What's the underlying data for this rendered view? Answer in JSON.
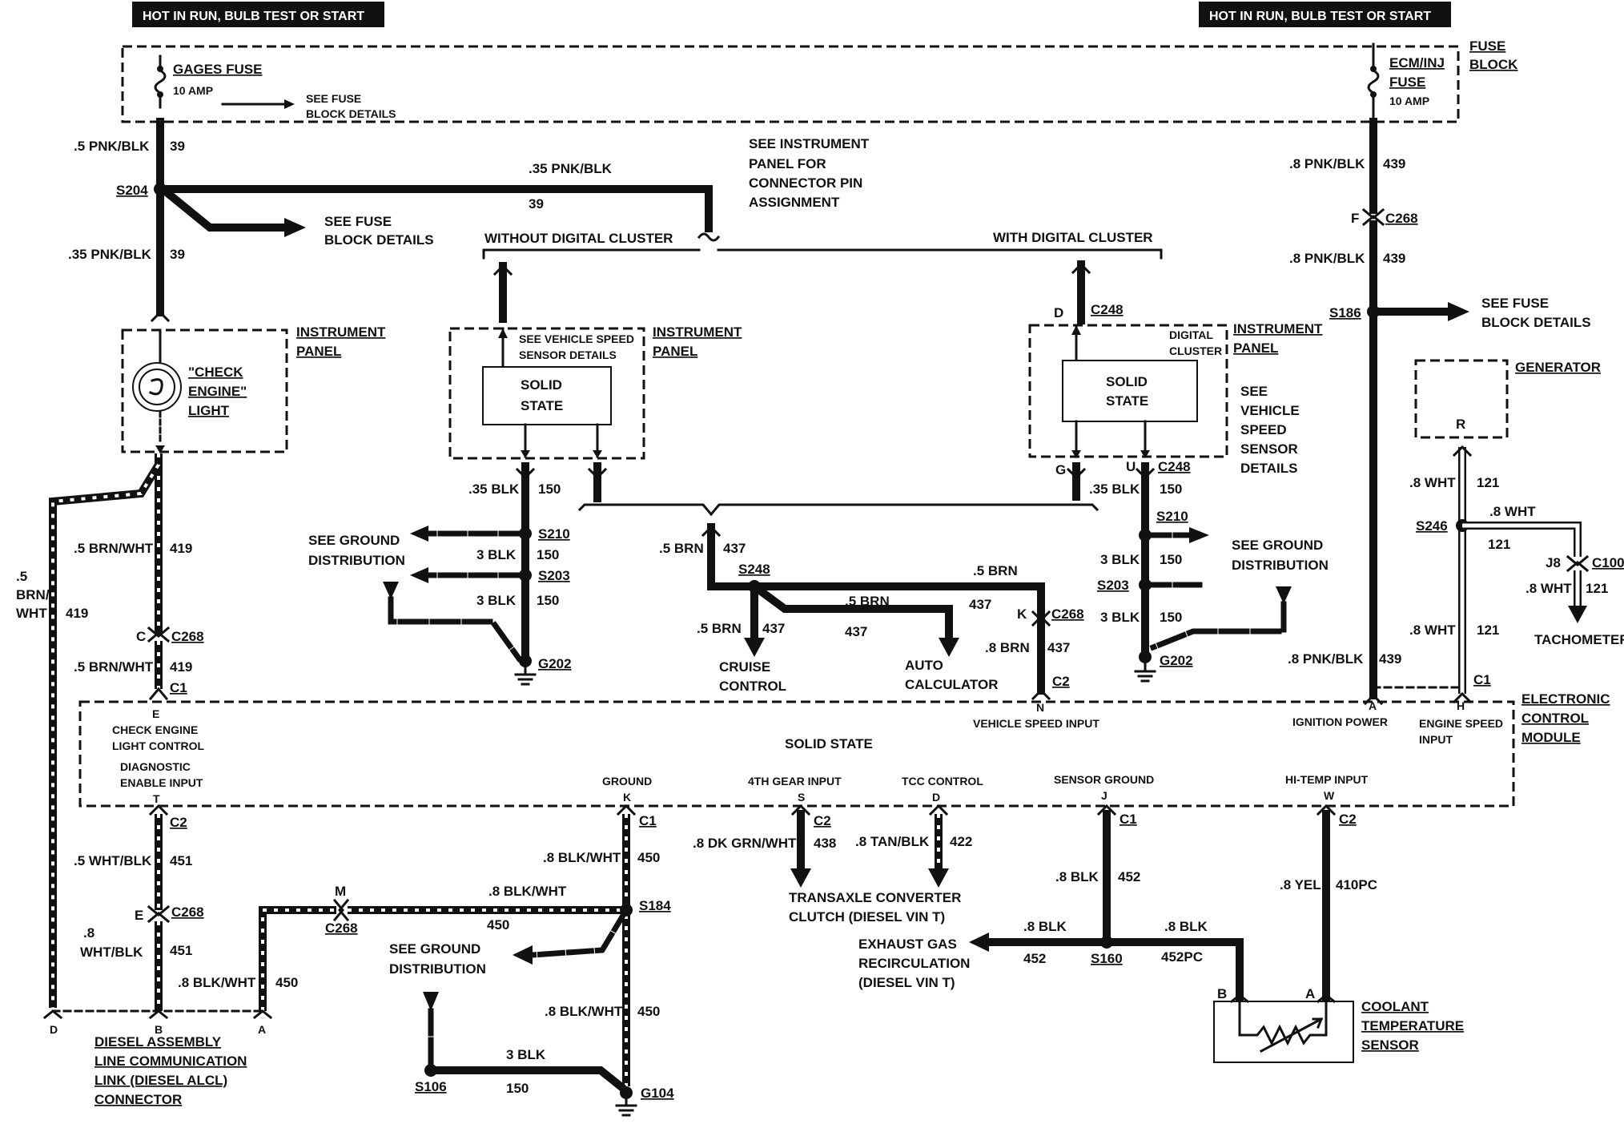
{
  "banners": {
    "left": "HOT IN RUN, BULB TEST OR START",
    "right": "HOT IN RUN, BULB TEST OR START"
  },
  "fuse_block": {
    "label_line1": "FUSE",
    "label_line2": "BLOCK",
    "gages_fuse": "GAGES FUSE",
    "gages_amp": "10 AMP",
    "see_fuse_line1": "SEE FUSE",
    "see_fuse_line2": "BLOCK DETAILS",
    "ecm_line1": "ECM/INJ",
    "ecm_line2": "FUSE",
    "ecm_amp": "10 AMP"
  },
  "left_branch": {
    "wire_top": ".5 PNK/BLK",
    "circuit_top": "39",
    "splice": "S204",
    "wire_mid": ".35 PNK/BLK",
    "circuit_mid": "39",
    "wire_h": ".35 PNK/BLK",
    "circuit_h": "39",
    "see_fuse_line1": "SEE FUSE",
    "see_fuse_line2": "BLOCK DETAILS",
    "instrument_panel_line1": "INSTRUMENT",
    "instrument_panel_line2": "PANEL",
    "check_line1": "\"CHECK",
    "check_line2": "ENGINE\"",
    "check_line3": "LIGHT",
    "wire_brn": ".5 BRN/WHT",
    "circuit_brn": "419",
    "wire_brn_v1": ".5",
    "wire_brn_v2": "BRN/",
    "wire_brn_v3": "WHT",
    "circuit_brn_v": "419",
    "c268_pin": "C",
    "c268": "C268",
    "wire_brn2": ".5 BRN/WHT",
    "circuit_brn2": "419",
    "c1": "C1"
  },
  "see_ip": {
    "line1": "SEE INSTRUMENT",
    "line2": "PANEL FOR",
    "line3": "CONNECTOR PIN",
    "line4": "ASSIGNMENT"
  },
  "without_digital": "WITHOUT DIGITAL CLUSTER",
  "with_digital": "WITH DIGITAL CLUSTER",
  "left_ip": {
    "vss_line1": "SEE VEHICLE SPEED",
    "vss_line2": "SENSOR DETAILS",
    "panel_line1": "INSTRUMENT",
    "panel_line2": "PANEL",
    "solid_line1": "SOLID",
    "solid_line2": "STATE",
    "wire": ".35 BLK",
    "circuit": "150",
    "s210": "S210",
    "wire_3blk_a": "3 BLK",
    "circuit_a": "150",
    "s203": "S203",
    "wire_3blk_b": "3 BLK",
    "circuit_b": "150",
    "g202": "G202",
    "see_ground_line1": "SEE GROUND",
    "see_ground_line2": "DISTRIBUTION"
  },
  "right_ip": {
    "d_pin": "D",
    "c248_top": "C248",
    "digital_line1": "DIGITAL",
    "digital_line2": "CLUSTER",
    "panel_line1": "INSTRUMENT",
    "panel_line2": "PANEL",
    "solid_line1": "SOLID",
    "solid_line2": "STATE",
    "see_vss_line1": "SEE",
    "see_vss_line2": "VEHICLE",
    "see_vss_line3": "SPEED",
    "see_vss_line4": "SENSOR",
    "see_vss_line5": "DETAILS",
    "u_pin": "U",
    "c248_bot": "C248",
    "g_pin": "G",
    "wire": ".35 BLK",
    "circuit": "150",
    "s210": "S210",
    "wire_3blk_a": "3 BLK",
    "circuit_a": "150",
    "s203": "S203",
    "wire_3blk_b": "3 BLK",
    "circuit_b": "150",
    "g202": "G202",
    "see_ground_line1": "SEE GROUND",
    "see_ground_line2": "DISTRIBUTION"
  },
  "vss": {
    "wire_5brn": ".5 BRN",
    "circuit_437": "437",
    "s248": "S248",
    "wire_5brn_h": ".5 BRN",
    "wire_5brn_mid": ".5 BRN",
    "circuit_437_mid": "437",
    "circuit_437_r": "437",
    "wire_5brn_cruise": ".5 BRN",
    "circuit_437_cruise": "437",
    "cruise_line1": "CRUISE",
    "cruise_line2": "CONTROL",
    "auto_line1": "AUTO",
    "auto_line2": "CALCULATOR",
    "k_pin": "K",
    "c268": "C268",
    "wire_8brn": ".8 BRN",
    "circuit_8brn": "437",
    "c2": "C2"
  },
  "right_branch": {
    "wire_top": ".8 PNK/BLK",
    "circuit_top": "439",
    "f_pin": "F",
    "c268": "C268",
    "wire_mid": ".8 PNK/BLK",
    "circuit_mid": "439",
    "s186": "S186",
    "see_fuse_line1": "SEE FUSE",
    "see_fuse_line2": "BLOCK DETAILS",
    "wire_bot": ".8 PNK/BLK",
    "circuit_bot": "439"
  },
  "generator": {
    "label": "GENERATOR",
    "r_pin": "R",
    "wire1": ".8 WHT",
    "circuit1": "121",
    "s246": "S246",
    "wire2": ".8 WHT",
    "circuit2": "121",
    "j8": "J8",
    "c100": "C100",
    "wire3": ".8 WHT",
    "circuit3": "121",
    "tach": "TACHOMETER",
    "wire4": ".8 WHT",
    "circuit4": "121",
    "c1": "C1"
  },
  "ecm": {
    "label_line1": "ELECTRONIC",
    "label_line2": "CONTROL",
    "label_line3": "MODULE",
    "solid_state": "SOLID STATE",
    "pin_e": "E",
    "check_line1": "CHECK ENGINE",
    "check_line2": "LIGHT CONTROL",
    "diag_line1": "DIAGNOSTIC",
    "diag_line2": "ENABLE INPUT",
    "pin_t": "T",
    "pin_n": "N",
    "vehicle_speed": "VEHICLE SPEED INPUT",
    "pin_a": "A",
    "ignition": "IGNITION POWER",
    "pin_h": "H",
    "engine_speed_line1": "ENGINE SPEED",
    "engine_speed_line2": "INPUT",
    "ground": "GROUND",
    "pin_k": "K",
    "fourth_gear": "4TH GEAR INPUT",
    "pin_s": "S",
    "tcc": "TCC CONTROL",
    "pin_d": "D",
    "sensor_ground": "SENSOR GROUND",
    "pin_j": "J",
    "hi_temp": "HI-TEMP INPUT",
    "pin_w": "W"
  },
  "bottom": {
    "c2_t": "C2",
    "wire_451a": ".5 WHT/BLK",
    "circuit_451a": "451",
    "e_pin": "E",
    "c268": "C268",
    "wire_451b_1": ".8",
    "wire_451b_2": "WHT/BLK",
    "circuit_451b": "451",
    "wire_450_left": ".8 BLK/WHT",
    "circuit_450_left": "450",
    "m_pin": "M",
    "c268_m": "C268",
    "wire_450_h": ".8 BLK/WHT",
    "circuit_450_h": "450",
    "c1_k": "C1",
    "wire_450_k": ".8 BLK/WHT",
    "circuit_450_k": "450",
    "s184": "S184",
    "see_ground_line1": "SEE GROUND",
    "see_ground_line2": "DISTRIBUTION",
    "wire_450_low": ".8 BLK/WHT",
    "circuit_450_low": "450",
    "wire_3blk": "3 BLK",
    "circuit_3blk": "150",
    "s106": "S106",
    "g104": "G104",
    "pin_d": "D",
    "pin_b": "B",
    "pin_a": "A",
    "aldl_line1": "DIESEL ASSEMBLY",
    "aldl_line2": "LINE COMMUNICATION",
    "aldl_line3": "LINK (DIESEL ALCL)",
    "aldl_line4": "CONNECTOR",
    "c2_s": "C2",
    "wire_438": ".8 DK GRN/WHT",
    "circuit_438": "438",
    "wire_422": ".8 TAN/BLK",
    "circuit_422": "422",
    "tcc_line1": "TRANSAXLE CONVERTER",
    "tcc_line2": "CLUTCH (DIESEL VIN T)",
    "c1_j": "C1",
    "wire_452": ".8 BLK",
    "circuit_452": "452",
    "wire_452_l": ".8 BLK",
    "circuit_452_l": "452",
    "s160": "S160",
    "wire_452pc": ".8 BLK",
    "circuit_452pc": "452PC",
    "egr_line1": "EXHAUST GAS",
    "egr_line2": "RECIRCULATION",
    "egr_line3": "(DIESEL VIN T)",
    "c2_w": "C2",
    "wire_410": ".8 YEL",
    "circuit_410": "410PC",
    "pin_b_cts": "B",
    "pin_a_cts": "A",
    "cts_line1": "COOLANT",
    "cts_line2": "TEMPERATURE",
    "cts_line3": "SENSOR"
  }
}
